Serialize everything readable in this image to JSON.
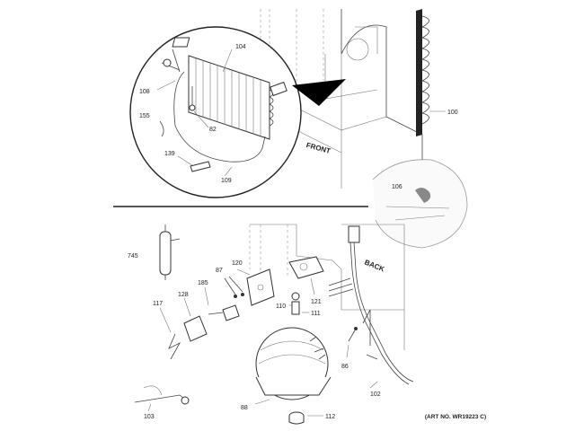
{
  "callouts": {
    "c100": "100",
    "c104": "104",
    "c108": "108",
    "c82": "82",
    "c155": "155",
    "c139": "139",
    "c109": "109",
    "c106": "106",
    "c745": "745",
    "c87": "87",
    "c120": "120",
    "c128": "128",
    "c185": "185",
    "c117": "117",
    "c110": "110",
    "c121": "121",
    "c111": "111",
    "c86": "86",
    "c102": "102",
    "c103": "103",
    "c88": "88",
    "c112": "112"
  },
  "labels": {
    "front": "FRONT",
    "back": "BACK",
    "art_no": "(ART NO. WR19223 C)"
  },
  "colors": {
    "line": "#444444",
    "divider": "#555555",
    "fill": "#ffffff",
    "shadow": "#000000"
  }
}
